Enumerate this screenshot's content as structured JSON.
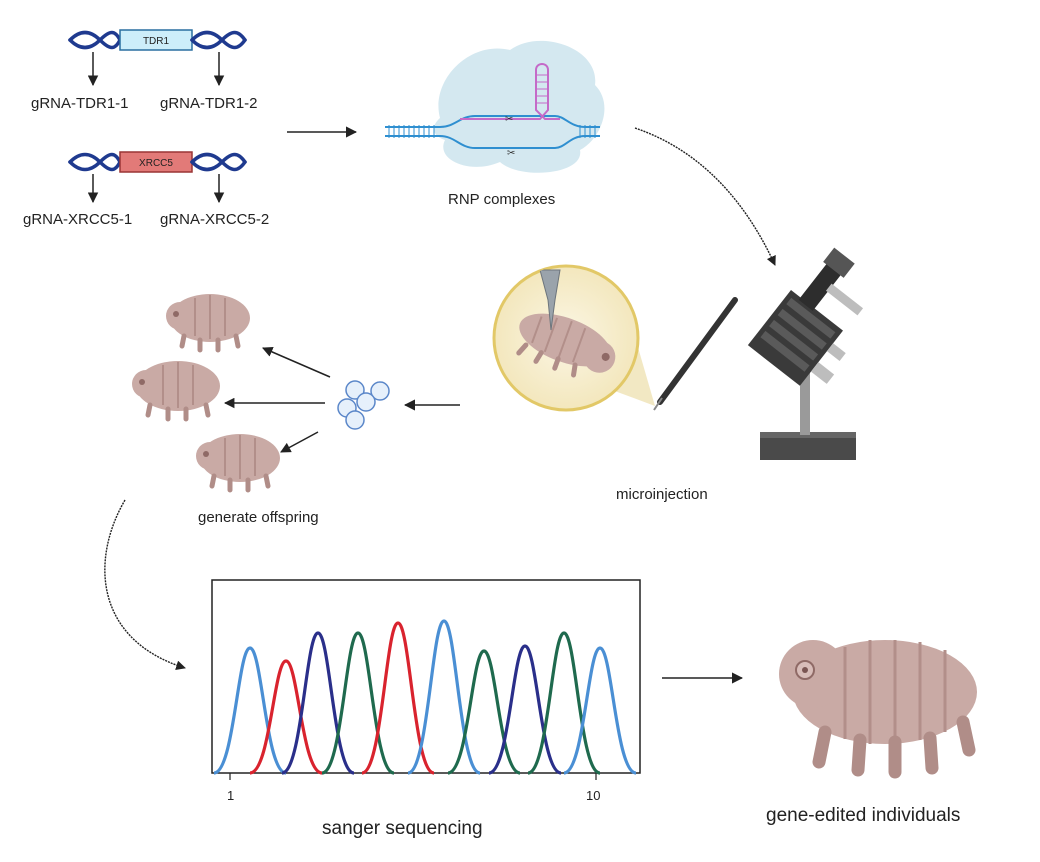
{
  "genes": [
    {
      "name": "TDR1",
      "color": "#cdeefa",
      "border": "#2a6fa0",
      "grnas": [
        "gRNA-TDR1-1",
        "gRNA-TDR1-2"
      ]
    },
    {
      "name": "XRCC5",
      "color": "#e27a78",
      "border": "#9a3535",
      "grnas": [
        "gRNA-XRCC5-1",
        "gRNA-XRCC5-2"
      ]
    }
  ],
  "captions": {
    "rnp": "RNP complexes",
    "microinjection": "microinjection",
    "offspring": "generate offspring",
    "sequencing": "sanger sequencing",
    "edited": "gene-edited individuals"
  },
  "chart": {
    "ticks": [
      "1",
      "10"
    ],
    "trace_colors": {
      "blue": "#4a8fd4",
      "red": "#d9232e",
      "navy": "#2a2f8a",
      "green": "#1f6a4e"
    }
  },
  "colors": {
    "dna": "#1f3a8f",
    "tardigrade": "#c9aaa5",
    "lens_ring": "#e2c867"
  }
}
